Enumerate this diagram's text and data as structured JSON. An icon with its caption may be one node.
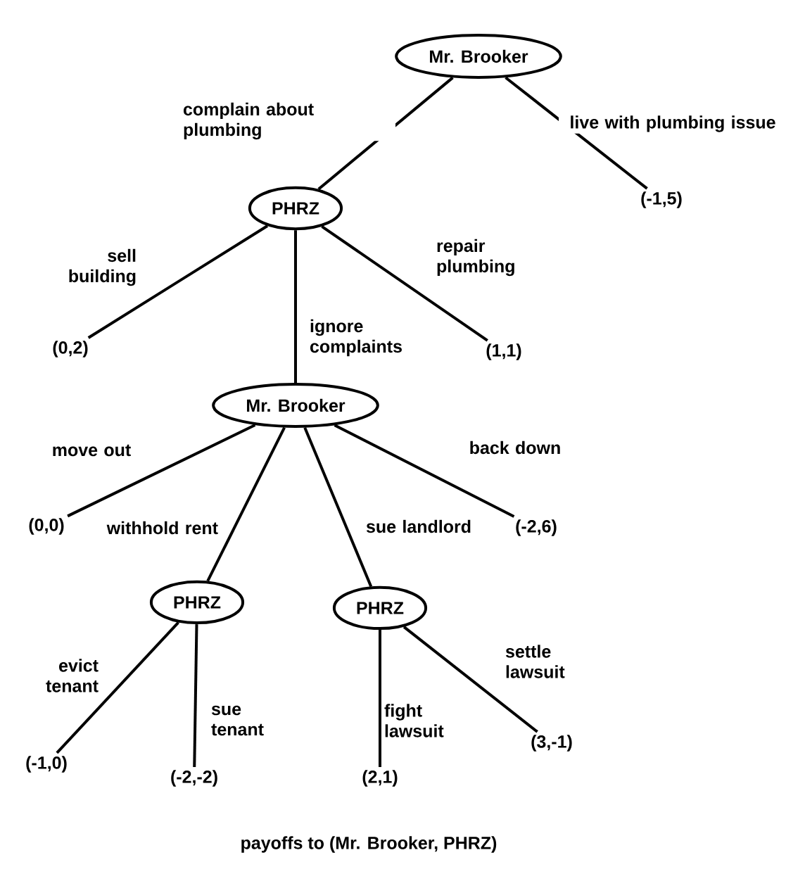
{
  "diagram": {
    "caption": "payoffs to (Mr. Brooker, PHRZ)",
    "nodes": [
      {
        "text": [
          "Mr. Brooker"
        ]
      },
      {
        "text": [
          "PHRZ"
        ]
      },
      {
        "text": [
          "(-1,5)"
        ]
      },
      {
        "text": [
          "(0,2)"
        ]
      },
      {
        "text": [
          "Mr. Brooker"
        ]
      },
      {
        "text": [
          "(1,1)"
        ]
      },
      {
        "text": [
          "(0,0)"
        ]
      },
      {
        "text": [
          "PHRZ"
        ]
      },
      {
        "text": [
          "PHRZ"
        ]
      },
      {
        "text": [
          "(-2,6)"
        ]
      },
      {
        "text": [
          "(-1,0)"
        ]
      },
      {
        "text": [
          "(-2,-2)"
        ]
      },
      {
        "text": [
          "(2,1)"
        ]
      },
      {
        "text": [
          "(3,-1)"
        ]
      }
    ],
    "edges": [
      {
        "from": 0,
        "to": 1,
        "arrow": "none",
        "label": "complain about plumbing"
      },
      {
        "from": 0,
        "to": 2,
        "arrow": "none",
        "label": "live with plumbing issue"
      },
      {
        "from": 1,
        "to": 3,
        "arrow": "none",
        "label": "sell building"
      },
      {
        "from": 1,
        "to": 4,
        "arrow": "none",
        "label": "ignore complaints"
      },
      {
        "from": 1,
        "to": 5,
        "arrow": "none",
        "label": "repair plumbing"
      },
      {
        "from": 4,
        "to": 6,
        "arrow": "none",
        "label": "move out"
      },
      {
        "from": 4,
        "to": 9,
        "arrow": "none",
        "label": "back down"
      },
      {
        "from": 4,
        "to": 7,
        "arrow": "none",
        "label": "withhold rent"
      },
      {
        "from": 4,
        "to": 8,
        "arrow": "none",
        "label": "sue landlord"
      },
      {
        "from": 7,
        "to": 10,
        "arrow": "none",
        "label": "evict tenant"
      },
      {
        "from": 7,
        "to": 11,
        "arrow": "none",
        "label": "sue tenant"
      },
      {
        "from": 8,
        "to": 12,
        "arrow": "none",
        "label": "fight lawsuit"
      },
      {
        "from": 8,
        "to": 13,
        "arrow": "none",
        "label": "settle lawsuit"
      }
    ]
  }
}
